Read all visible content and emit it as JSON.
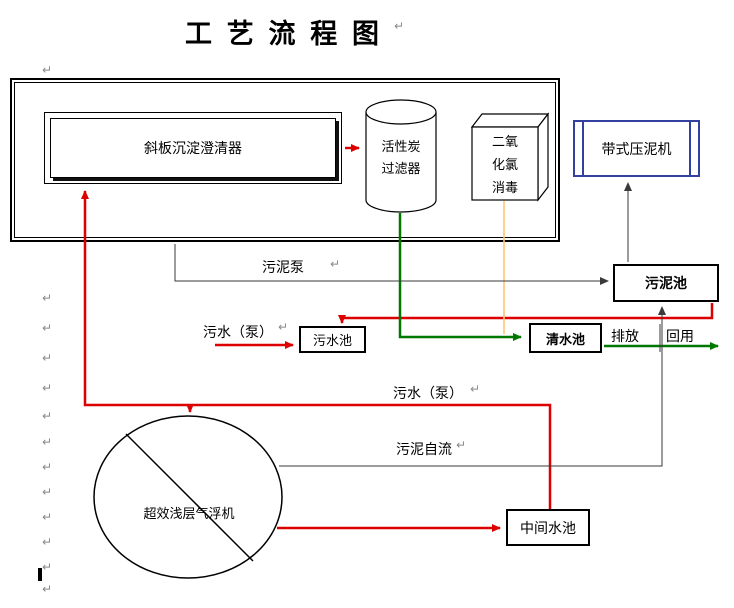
{
  "title": "工 艺 流 程 图",
  "nodes": {
    "clarifier": {
      "label": "斜板沉淀澄清器"
    },
    "carbon_filter": {
      "line1": "活性炭",
      "line2": "过滤器"
    },
    "disinfection": {
      "line1": "二氧",
      "line2": "化氯",
      "line3": "消毒"
    },
    "belt_press": {
      "label": "带式压泥机"
    },
    "sludge_tank": {
      "label": "污泥池"
    },
    "sewage_tank": {
      "label": "污水池"
    },
    "clean_tank": {
      "label": "清水池"
    },
    "intermediate_tank": {
      "label": "中间水池"
    },
    "flotation": {
      "label": "超效浅层气浮机"
    }
  },
  "flow_labels": {
    "sludge_pump": "污泥泵",
    "sewage_pump_upper": "污水（泵）",
    "sewage_pump_lower": "污水（泵）",
    "sludge_gravity": "污泥自流",
    "discharge": "排放",
    "reuse": "回用"
  },
  "marks": {
    "return": "↵"
  },
  "colors": {
    "flow_red": "#dd0000",
    "flow_green": "#007700",
    "flow_orange": "#ffc573",
    "flow_black": "#3a3a3a",
    "belt_press_border": "#3340a0"
  }
}
